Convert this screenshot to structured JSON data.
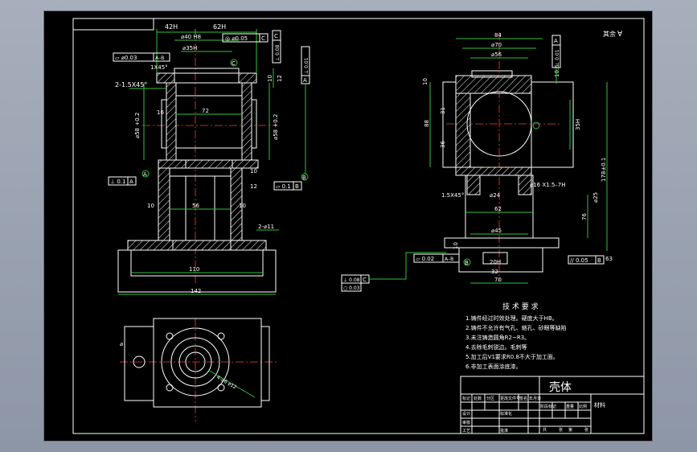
{
  "drawing": {
    "title": "壳体",
    "roughness_note": "其余",
    "roughness_symbol": "∀"
  },
  "tech_req": {
    "heading": "技 术 要 求",
    "items": [
      "1.铸件经过时效处理。硬度大于HB。",
      "2.铸件不允许有气孔、缩孔、砂眼等缺陷",
      "3.未注铸造圆角R2~R3。",
      "4.去除毛刺锐边。毛刺等",
      "5.加工后V1要求R0.8不大于加工面。",
      "6.非加工表面涂底漆。"
    ]
  },
  "front_dims": {
    "top_left": "42H",
    "top_right": "62H",
    "d40": "⌀40 H8",
    "pos": "◎ ⌀0.05",
    "pos_ref": "C",
    "d35": "⌀35H",
    "flat_left": "▱ ⌀0.03",
    "flat_ref": "A–B",
    "chamfer1": "1X45°",
    "chamfer2": "2-1.5X45°",
    "d16": "16",
    "d72": "72",
    "d58_left": "⌀58 +0.2",
    "d58_right": "⌀58 +0.2",
    "d10a": "10",
    "d12a": "12",
    "d10b": "10",
    "d12b": "12",
    "perp_bottom": "⊥ 0.1",
    "perp_ref": "A",
    "flat_bottom": "▱ 0.1",
    "flat_bottom_ref": "B",
    "d10c": "10",
    "d56": "56",
    "d10d": "10",
    "bolt": "2-⌀11",
    "d110": "110",
    "d142": "142",
    "vtol1": "⊥ 0.08",
    "vtol1_ref": "C",
    "vtol2": "⊥ 0.01",
    "vtol2_ref": "A",
    "label_A": "A",
    "label_B": "B",
    "label_C": "C"
  },
  "side_dims": {
    "d84": "84",
    "d70": "⌀70",
    "d56": "⌀56",
    "d10": "10",
    "d106": "10.6",
    "d88": "88",
    "d31": "31",
    "d36": "36",
    "d35": "35H",
    "d178": "178±0.1",
    "chamfer": "1.5X45°",
    "d24": "⌀24",
    "d62": "62",
    "d76": "76",
    "d25": "⌀25",
    "thread": "⌀16 X1.5–7H",
    "d45": "⌀45",
    "d10b": "10",
    "flat": "▱ 0.02",
    "flat_ref": "A–B",
    "d20": "20H",
    "d32": "32",
    "d70b": "70",
    "d63": "63",
    "perp": "// 0.05",
    "perp_ref": "B",
    "vtol": "⊥ 0.01",
    "vtol_ref": "A",
    "circ_tol": "⊥ 0.08",
    "circ_ref": "C",
    "circ_tol2": "○ 0.03",
    "label_B": "B"
  },
  "top_dims": {
    "bolt": "4–⌀6 ⌀12",
    "note": "⌀"
  },
  "title_block": {
    "title": "壳体",
    "material": "材料",
    "row_a1": "标记",
    "row_a2": "处数",
    "row_a3": "分区",
    "row_a4": "更改文件号",
    "row_a5": "签名",
    "row_a6": "年月日",
    "row_b1": "设计",
    "row_b2": "标准化",
    "row_c1": "审核",
    "row_d1": "工艺",
    "row_d2": "批准",
    "stage": "阶段标记",
    "weight": "重量",
    "scale": "比例",
    "sheet1": "共",
    "sheet2": "张",
    "sheet3": "第",
    "sheet4": "张"
  },
  "colors": {
    "background": "#000000",
    "line": "#ffffff",
    "dimension": "#35c13a",
    "centerline": "#ff3a3a",
    "hidden": "#ffd43b"
  }
}
